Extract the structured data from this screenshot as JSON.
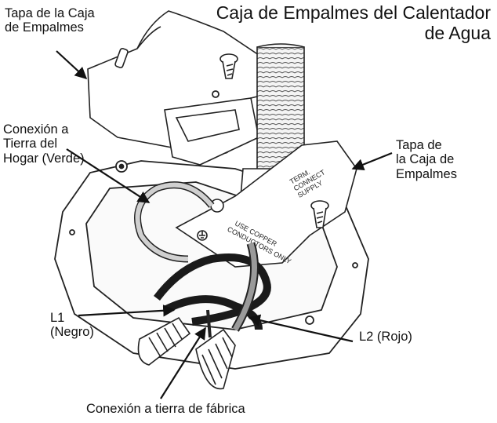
{
  "title_line1": "Caja de Empalmes del Calentador",
  "title_line2": "de Agua",
  "labels": {
    "cover_top_line1": "Tapa de la Caja",
    "cover_top_line2": "de Empalmes",
    "cover_right_line1": "Tapa de",
    "cover_right_line2": "la Caja de",
    "cover_right_line3": "Empalmes",
    "ground_line1": "Conexión a",
    "ground_line2": "Tierra del",
    "ground_line3": "Hogar (Verde)",
    "l1_line1": "L1",
    "l1_line2": "(Negro)",
    "l2": "L2 (Rojo)",
    "factory_ground": "Conexión a tierra de fábrica"
  },
  "plate_text": {
    "conductors_line1": "USE COPPER",
    "conductors_line2": "CONDUCTORS ONLY"
  },
  "colors": {
    "ink": "#111111",
    "ground_wire": "#a8a8a8",
    "red_wire": "#7a7a7a",
    "black_wire": "#1a1a1a"
  }
}
